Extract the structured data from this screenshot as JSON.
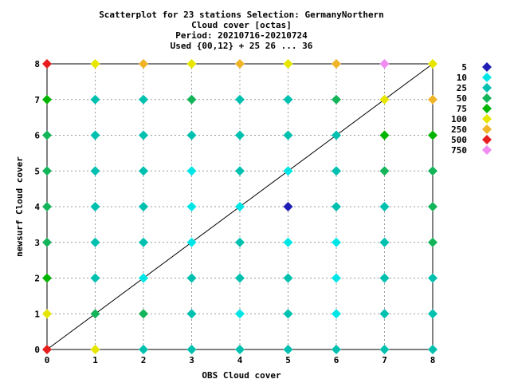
{
  "chart_data": {
    "type": "scatter",
    "title_lines": [
      "Scatterplot for   23 stations Selection: GermanyNorthern",
      "Cloud cover [octas]",
      "Period: 20210716-20210724",
      "Used {00,12} + 25 26 ... 36"
    ],
    "xlabel": "OBS Cloud cover",
    "ylabel": "newsurf Cloud cover",
    "xlim": [
      0,
      8
    ],
    "ylim": [
      0,
      8
    ],
    "x_ticks": [
      "0",
      "1",
      "2",
      "3",
      "4",
      "5",
      "6",
      "7",
      "8"
    ],
    "y_ticks": [
      "0",
      "1",
      "2",
      "3",
      "4",
      "5",
      "6",
      "7",
      "8"
    ],
    "grid": true,
    "diagonal_line": true,
    "legend_position": "right",
    "legend": [
      {
        "label": "5",
        "color": "#1e1eb4"
      },
      {
        "label": "10",
        "color": "#00e6e6"
      },
      {
        "label": "25",
        "color": "#00c0b0"
      },
      {
        "label": "50",
        "color": "#14b45a"
      },
      {
        "label": "75",
        "color": "#00b400"
      },
      {
        "label": "100",
        "color": "#e6e600"
      },
      {
        "label": "250",
        "color": "#f0b428"
      },
      {
        "label": "500",
        "color": "#e61e1e"
      },
      {
        "label": "750",
        "color": "#f08cf0"
      }
    ],
    "points": [
      {
        "x": 0,
        "y": 0,
        "cat": "500"
      },
      {
        "x": 1,
        "y": 0,
        "cat": "100"
      },
      {
        "x": 2,
        "y": 0,
        "cat": "25"
      },
      {
        "x": 3,
        "y": 0,
        "cat": "25"
      },
      {
        "x": 4,
        "y": 0,
        "cat": "25"
      },
      {
        "x": 5,
        "y": 0,
        "cat": "25"
      },
      {
        "x": 6,
        "y": 0,
        "cat": "25"
      },
      {
        "x": 7,
        "y": 0,
        "cat": "25"
      },
      {
        "x": 8,
        "y": 0,
        "cat": "25"
      },
      {
        "x": 0,
        "y": 1,
        "cat": "100"
      },
      {
        "x": 1,
        "y": 1,
        "cat": "50"
      },
      {
        "x": 2,
        "y": 1,
        "cat": "50"
      },
      {
        "x": 3,
        "y": 1,
        "cat": "25"
      },
      {
        "x": 4,
        "y": 1,
        "cat": "10"
      },
      {
        "x": 5,
        "y": 1,
        "cat": "25"
      },
      {
        "x": 6,
        "y": 1,
        "cat": "10"
      },
      {
        "x": 7,
        "y": 1,
        "cat": "25"
      },
      {
        "x": 8,
        "y": 1,
        "cat": "25"
      },
      {
        "x": 0,
        "y": 2,
        "cat": "75"
      },
      {
        "x": 1,
        "y": 2,
        "cat": "25"
      },
      {
        "x": 2,
        "y": 2,
        "cat": "10"
      },
      {
        "x": 3,
        "y": 2,
        "cat": "25"
      },
      {
        "x": 4,
        "y": 2,
        "cat": "25"
      },
      {
        "x": 5,
        "y": 2,
        "cat": "25"
      },
      {
        "x": 6,
        "y": 2,
        "cat": "10"
      },
      {
        "x": 7,
        "y": 2,
        "cat": "25"
      },
      {
        "x": 8,
        "y": 2,
        "cat": "25"
      },
      {
        "x": 0,
        "y": 3,
        "cat": "50"
      },
      {
        "x": 1,
        "y": 3,
        "cat": "25"
      },
      {
        "x": 2,
        "y": 3,
        "cat": "25"
      },
      {
        "x": 3,
        "y": 3,
        "cat": "10"
      },
      {
        "x": 4,
        "y": 3,
        "cat": "25"
      },
      {
        "x": 5,
        "y": 3,
        "cat": "10"
      },
      {
        "x": 6,
        "y": 3,
        "cat": "10"
      },
      {
        "x": 7,
        "y": 3,
        "cat": "25"
      },
      {
        "x": 8,
        "y": 3,
        "cat": "50"
      },
      {
        "x": 0,
        "y": 4,
        "cat": "50"
      },
      {
        "x": 1,
        "y": 4,
        "cat": "25"
      },
      {
        "x": 2,
        "y": 4,
        "cat": "25"
      },
      {
        "x": 3,
        "y": 4,
        "cat": "10"
      },
      {
        "x": 4,
        "y": 4,
        "cat": "10"
      },
      {
        "x": 5,
        "y": 4,
        "cat": "5"
      },
      {
        "x": 6,
        "y": 4,
        "cat": "25"
      },
      {
        "x": 7,
        "y": 4,
        "cat": "25"
      },
      {
        "x": 8,
        "y": 4,
        "cat": "50"
      },
      {
        "x": 0,
        "y": 5,
        "cat": "50"
      },
      {
        "x": 1,
        "y": 5,
        "cat": "25"
      },
      {
        "x": 2,
        "y": 5,
        "cat": "25"
      },
      {
        "x": 3,
        "y": 5,
        "cat": "10"
      },
      {
        "x": 4,
        "y": 5,
        "cat": "25"
      },
      {
        "x": 5,
        "y": 5,
        "cat": "10"
      },
      {
        "x": 6,
        "y": 5,
        "cat": "25"
      },
      {
        "x": 7,
        "y": 5,
        "cat": "50"
      },
      {
        "x": 8,
        "y": 5,
        "cat": "50"
      },
      {
        "x": 0,
        "y": 6,
        "cat": "50"
      },
      {
        "x": 1,
        "y": 6,
        "cat": "25"
      },
      {
        "x": 2,
        "y": 6,
        "cat": "25"
      },
      {
        "x": 3,
        "y": 6,
        "cat": "25"
      },
      {
        "x": 4,
        "y": 6,
        "cat": "25"
      },
      {
        "x": 5,
        "y": 6,
        "cat": "25"
      },
      {
        "x": 6,
        "y": 6,
        "cat": "25"
      },
      {
        "x": 7,
        "y": 6,
        "cat": "75"
      },
      {
        "x": 8,
        "y": 6,
        "cat": "75"
      },
      {
        "x": 0,
        "y": 7,
        "cat": "75"
      },
      {
        "x": 1,
        "y": 7,
        "cat": "25"
      },
      {
        "x": 2,
        "y": 7,
        "cat": "25"
      },
      {
        "x": 3,
        "y": 7,
        "cat": "50"
      },
      {
        "x": 4,
        "y": 7,
        "cat": "25"
      },
      {
        "x": 5,
        "y": 7,
        "cat": "25"
      },
      {
        "x": 6,
        "y": 7,
        "cat": "50"
      },
      {
        "x": 7,
        "y": 7,
        "cat": "100"
      },
      {
        "x": 8,
        "y": 7,
        "cat": "250"
      },
      {
        "x": 0,
        "y": 8,
        "cat": "500"
      },
      {
        "x": 1,
        "y": 8,
        "cat": "100"
      },
      {
        "x": 2,
        "y": 8,
        "cat": "250"
      },
      {
        "x": 3,
        "y": 8,
        "cat": "100"
      },
      {
        "x": 4,
        "y": 8,
        "cat": "250"
      },
      {
        "x": 5,
        "y": 8,
        "cat": "100"
      },
      {
        "x": 6,
        "y": 8,
        "cat": "250"
      },
      {
        "x": 7,
        "y": 8,
        "cat": "750"
      },
      {
        "x": 8,
        "y": 8,
        "cat": "100"
      }
    ]
  }
}
